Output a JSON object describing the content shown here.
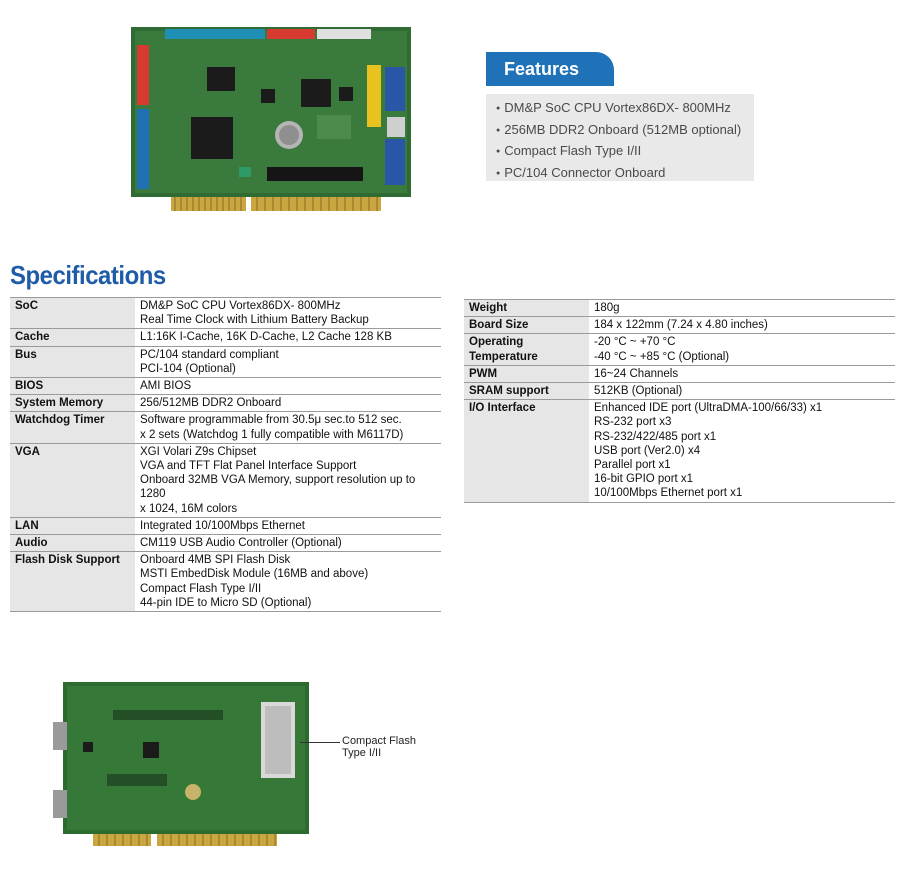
{
  "features": {
    "heading": "Features",
    "items": [
      "DM&P SoC CPU Vortex86DX- 800MHz",
      "256MB DDR2 Onboard (512MB optional)",
      "Compact Flash Type I/II",
      "PC/104 Connector Onboard"
    ]
  },
  "specifications": {
    "heading": "Specifications",
    "left": [
      {
        "label": "SoC",
        "lines": [
          "DM&P SoC CPU Vortex86DX- 800MHz",
          "Real Time Clock with Lithium Battery Backup"
        ]
      },
      {
        "label": "Cache",
        "lines": [
          "L1:16K I-Cache, 16K D-Cache, L2 Cache 128 KB"
        ]
      },
      {
        "label": "Bus",
        "lines": [
          "PC/104 standard compliant",
          "PCI-104 (Optional)"
        ]
      },
      {
        "label": "BIOS",
        "lines": [
          "AMI BIOS"
        ]
      },
      {
        "label": "System Memory",
        "lines": [
          "256/512MB DDR2 Onboard"
        ]
      },
      {
        "label": "Watchdog Timer",
        "lines": [
          "Software programmable from 30.5μ sec.to 512 sec.",
          "x 2 sets (Watchdog 1 fully compatible with M6117D)"
        ]
      },
      {
        "label": "VGA",
        "lines": [
          "XGI Volari Z9s Chipset",
          "VGA and TFT Flat Panel Interface Support",
          "Onboard 32MB VGA Memory, support resolution up to 1280",
          "x 1024, 16M colors"
        ]
      },
      {
        "label": "LAN",
        "lines": [
          "Integrated 10/100Mbps Ethernet"
        ]
      },
      {
        "label": "Audio",
        "lines": [
          "CM119 USB Audio Controller (Optional)"
        ]
      },
      {
        "label": "Flash Disk Support",
        "lines": [
          "Onboard 4MB SPI Flash Disk",
          "MSTI EmbedDisk Module (16MB and above)",
          "Compact Flash Type I/II",
          "44-pin IDE to Micro SD (Optional)"
        ]
      }
    ],
    "right": [
      {
        "label": "Weight",
        "lines": [
          "180g"
        ]
      },
      {
        "label": "Board Size",
        "lines": [
          "184 x 122mm (7.24 x 4.80 inches)"
        ]
      },
      {
        "label": "Operating\nTemperature",
        "lines": [
          "-20 °C ~ +70 °C",
          "-40 °C ~ +85 °C (Optional)"
        ]
      },
      {
        "label": "PWM",
        "lines": [
          "16~24 Channels"
        ]
      },
      {
        "label": "SRAM support",
        "lines": [
          "512KB (Optional)"
        ]
      },
      {
        "label": "I/O Interface",
        "lines": [
          "Enhanced IDE port (UltraDMA-100/66/33) x1",
          "RS-232 port x3",
          "RS-232/422/485 port x1",
          "USB port (Ver2.0) x4",
          "Parallel port x1",
          "16-bit GPIO port x1",
          "10/100Mbps Ethernet port x1"
        ]
      }
    ]
  },
  "callout": {
    "lines": [
      "Compact Flash",
      "Type  I/II"
    ]
  },
  "colors": {
    "accent_blue": "#1f72b8",
    "title_blue": "#1f5ca8",
    "pcb_green": "#2f6b33",
    "label_gray": "#e6e6e6"
  }
}
